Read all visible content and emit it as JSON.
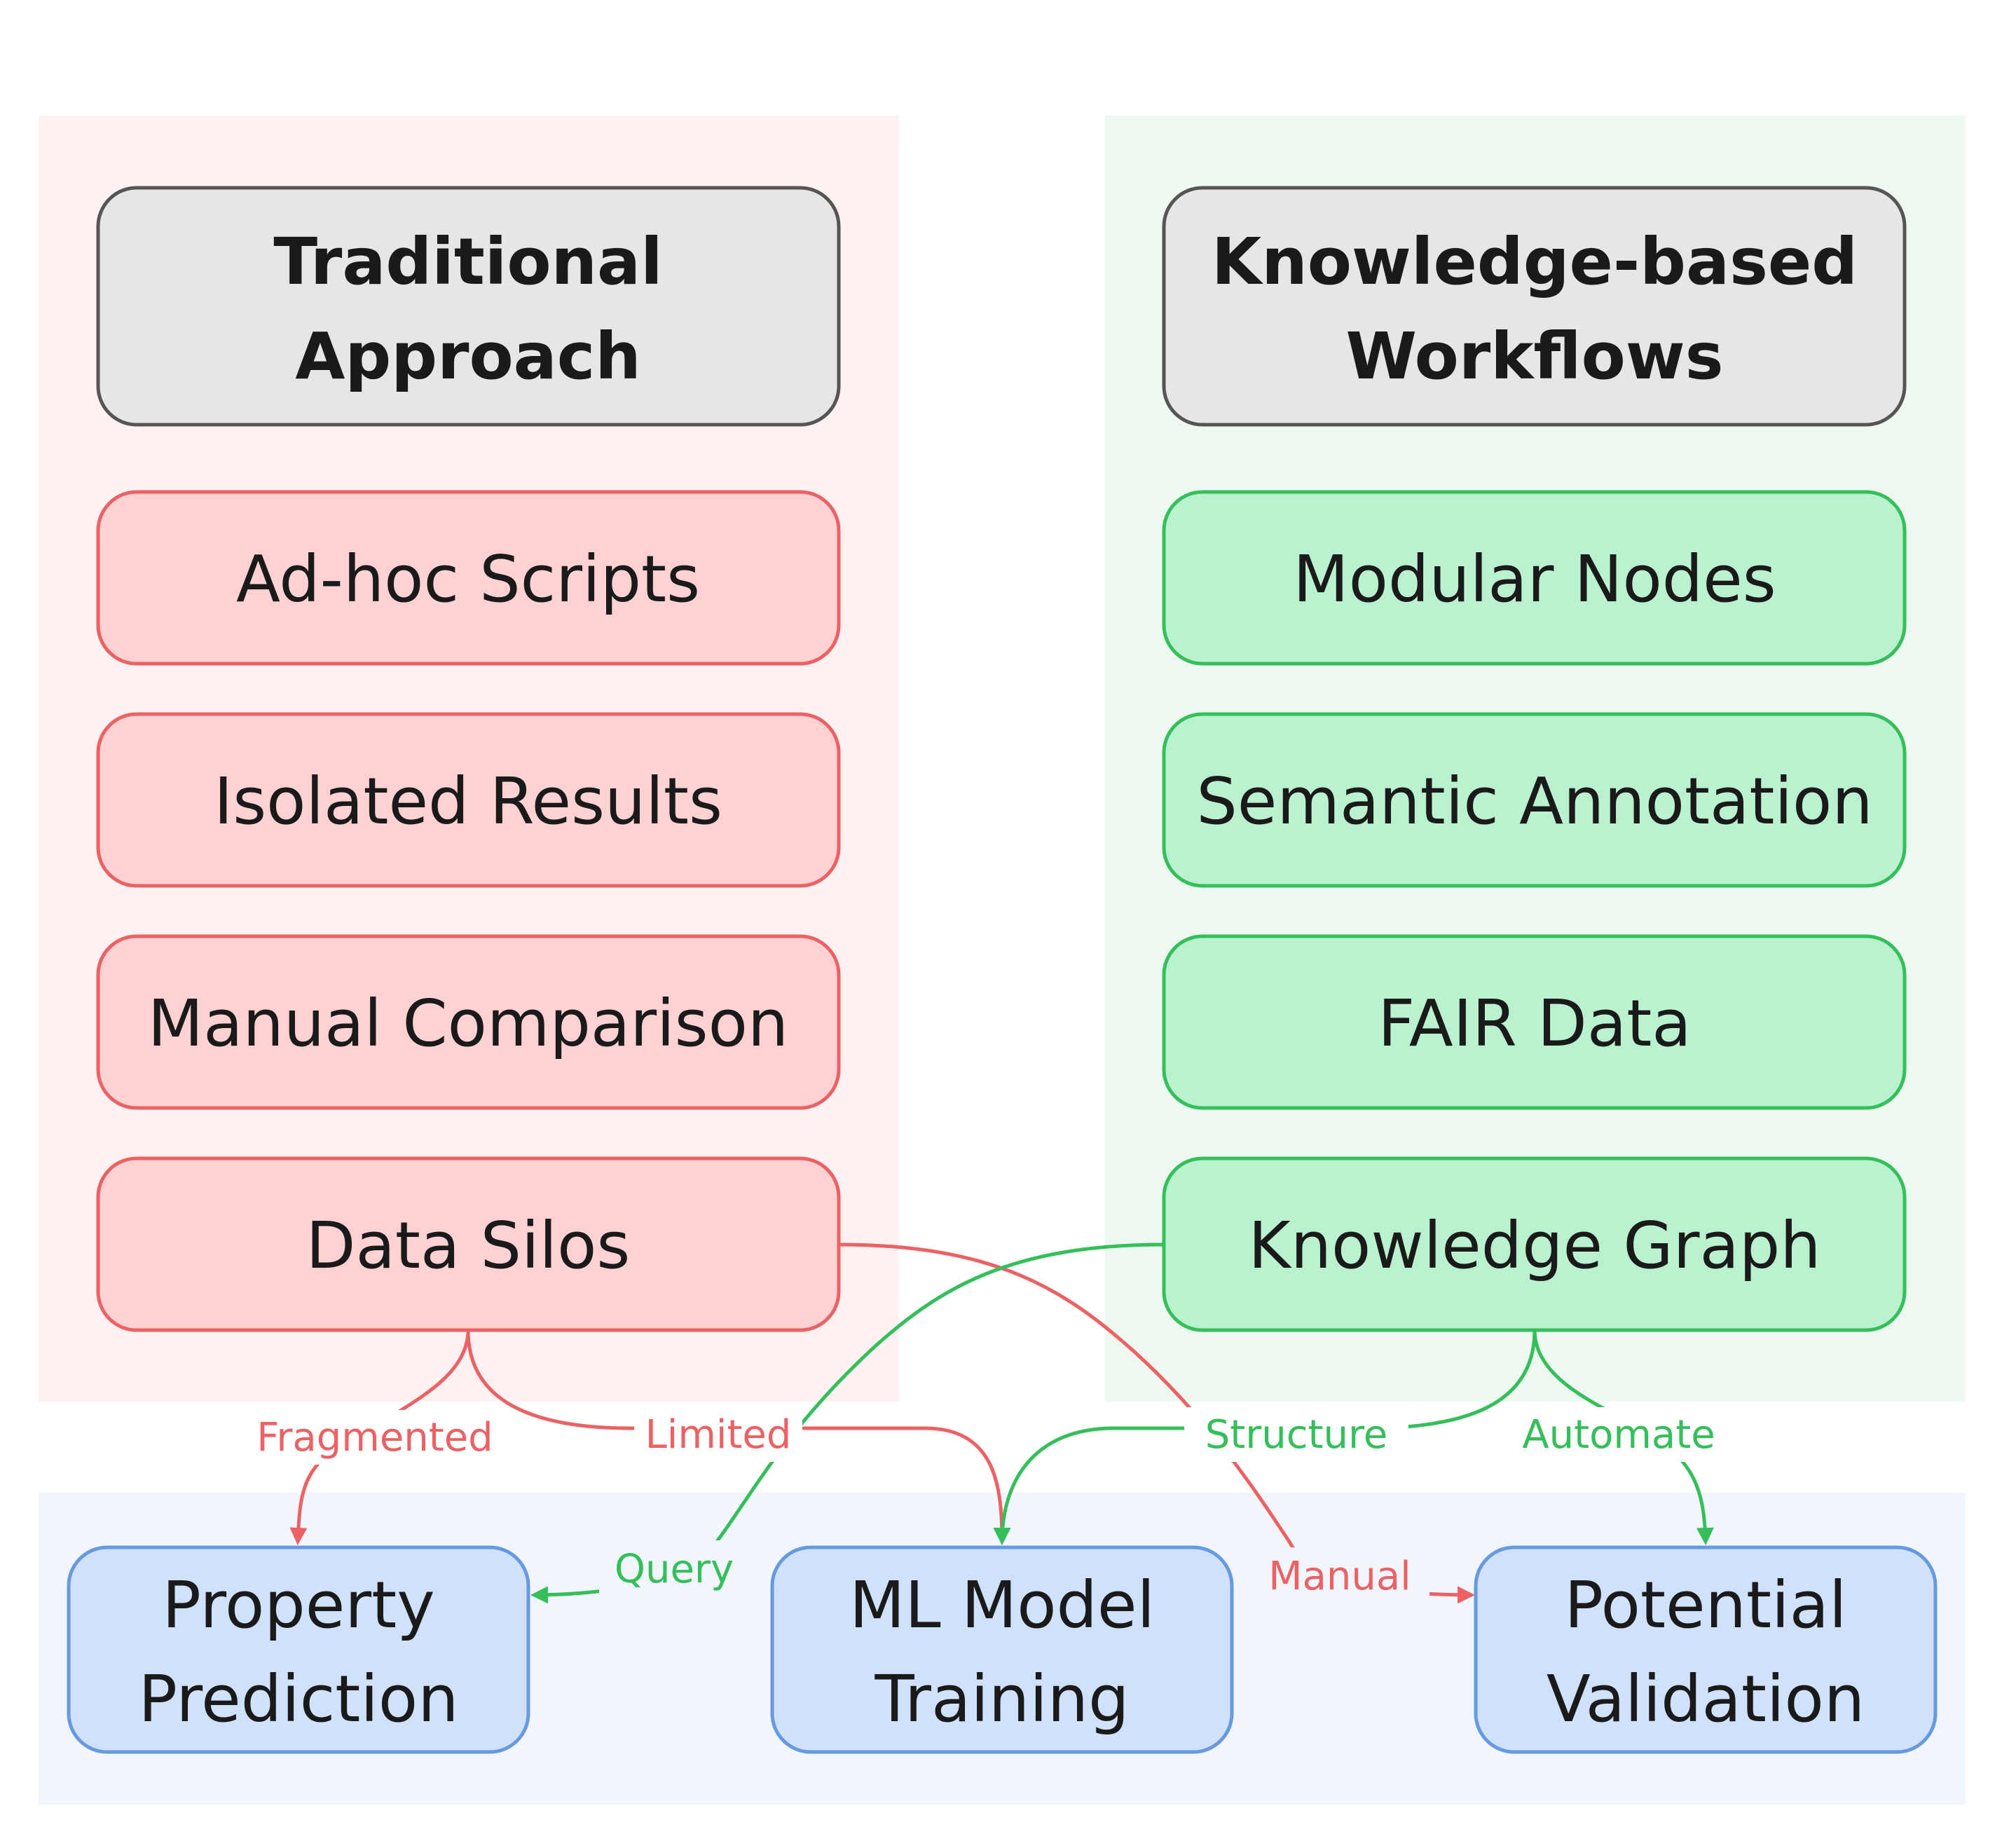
{
  "groups": {
    "traditional": {
      "title_lines": [
        "Traditional",
        "Approach"
      ],
      "items": [
        "Ad-hoc Scripts",
        "Isolated Results",
        "Manual Comparison",
        "Data Silos"
      ]
    },
    "knowledge": {
      "title_lines": [
        "Knowledge-based",
        "Workflows"
      ],
      "items": [
        "Modular Nodes",
        "Semantic Annotation",
        "FAIR Data",
        "Knowledge Graph"
      ]
    },
    "outcomes": {
      "items": [
        [
          "Property",
          "Prediction"
        ],
        [
          "ML Model",
          "Training"
        ],
        [
          "Potential",
          "Validation"
        ]
      ]
    }
  },
  "edges": {
    "fragmented": "Fragmented",
    "limited": "Limited",
    "manual": "Manual",
    "query": "Query",
    "structure": "Structure",
    "automate": "Automate"
  },
  "colors": {
    "red_bg": "#fdf2f1",
    "red_fill": "#fed1d2",
    "red_stroke": "#ec6163",
    "green_bg": "#edf9f0",
    "green_fill": "#baf2d0",
    "green_stroke": "#34bf5a",
    "blue_bg": "#f1f6fd",
    "blue_fill": "#cfe1fb",
    "blue_stroke": "#6699e0",
    "gray_fill": "#e6e6e6",
    "gray_stroke": "#555555"
  }
}
